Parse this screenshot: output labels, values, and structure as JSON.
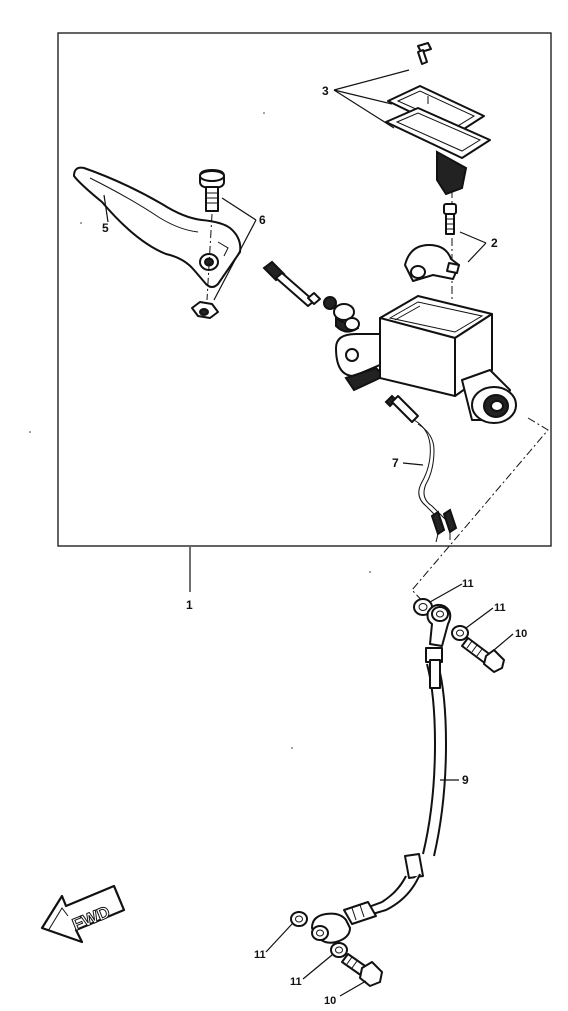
{
  "callouts": {
    "c1": "1",
    "c2": "2",
    "c3": "3",
    "c5": "5",
    "c6": "6",
    "c7": "7",
    "c9": "9",
    "c10a": "10",
    "c10b": "10",
    "c11a": "11",
    "c11b": "11",
    "c11c": "11",
    "c11d": "11"
  },
  "fwd_label": "FWD"
}
